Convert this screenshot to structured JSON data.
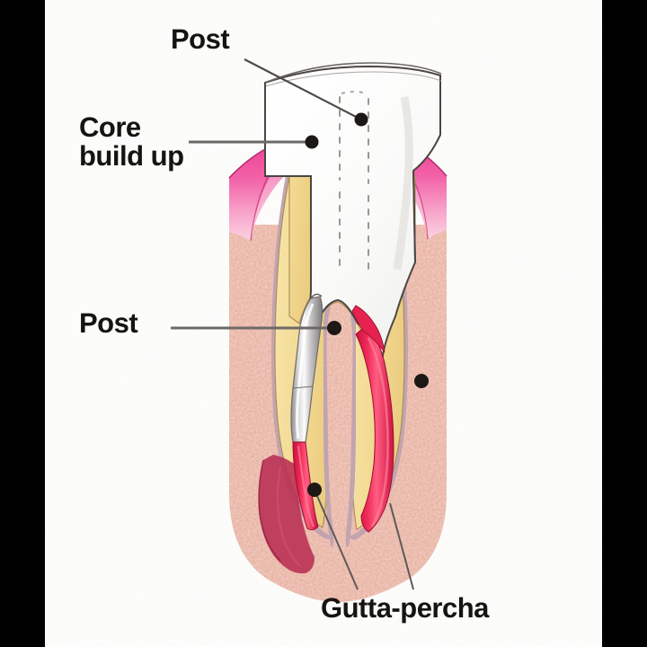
{
  "figure": {
    "kind": "anatomical-illustration",
    "subject": "Endodontically treated tooth restored with a post and core build up",
    "background_color": "#fdfdfc",
    "letterbox_color": "#000000"
  },
  "labels": {
    "post_top": "Post",
    "core_build_up_line1": "Core",
    "core_build_up_line2": "build up",
    "post_mid": "Post",
    "gutta_percha": "Gutta-percha"
  },
  "leaders": [
    {
      "name": "post-top-leader",
      "from_label": "Post",
      "dot": [
        352,
        133
      ],
      "style": "diagonal"
    },
    {
      "name": "core-leader",
      "from_label": "Core build up",
      "dot": [
        297,
        158
      ],
      "style": "horizontal"
    },
    {
      "name": "post-mid-leader",
      "from_label": "Post",
      "dot": [
        322,
        365
      ],
      "style": "horizontal"
    },
    {
      "name": "gutta-left-leader",
      "from_label": "Gutta-percha",
      "dot": [
        300,
        545
      ],
      "style": "diagonal"
    },
    {
      "name": "gutta-right-leader",
      "from_label": "Gutta-percha",
      "dot": [
        419,
        424
      ],
      "style": "diagonal"
    }
  ],
  "anatomy": [
    {
      "part": "crown-core-build-up",
      "color": "#fbfbfa",
      "note": "white composite core and crown"
    },
    {
      "part": "crown-outline",
      "color": "#4b4643"
    },
    {
      "part": "dentin",
      "color": "#f4dd9c"
    },
    {
      "part": "gingiva",
      "color": "#ef4a9b"
    },
    {
      "part": "gingiva-light",
      "color": "#f9a8cd"
    },
    {
      "part": "alveolar-bone",
      "color": "#e9e5d2"
    },
    {
      "part": "bone-speckle",
      "color": "#e8a898"
    },
    {
      "part": "periodontal-ligament",
      "color": "#bda0a8"
    },
    {
      "part": "metal-post",
      "color": "#b9b6b8"
    },
    {
      "part": "metal-post-highlight",
      "color": "#f2f1f0"
    },
    {
      "part": "gutta-percha",
      "color": "#e62350"
    },
    {
      "part": "pulp-chamber-shadow",
      "color": "#b42a4d"
    },
    {
      "part": "post-space-dashes",
      "color": "#9b9792"
    }
  ],
  "colors": {
    "ink": "#161412",
    "leader": "#5d5a58",
    "dot": "#1b1815"
  }
}
